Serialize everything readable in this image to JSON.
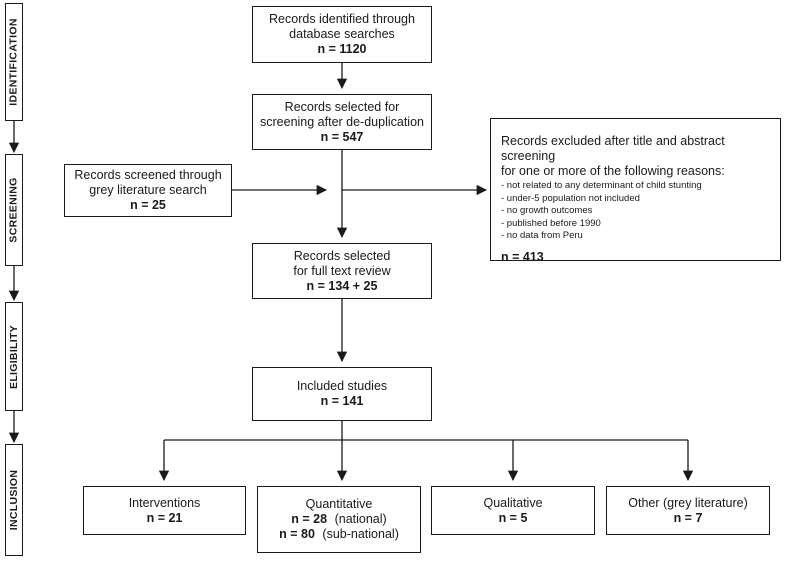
{
  "stages": [
    "IDENTIFICATION",
    "SCREENING",
    "ELIGIBILITY",
    "INCLUSION"
  ],
  "identified": {
    "line1": "Records identified through",
    "line2": "database searches",
    "count": "n = 1120"
  },
  "dedup": {
    "line1": "Records selected for",
    "line2": "screening after de-duplication",
    "count": "n = 547"
  },
  "grey": {
    "line1": "Records screened through",
    "line2": "grey literature search",
    "count": "n = 25"
  },
  "excluded": {
    "heading1": "Records excluded after title and abstract screening",
    "heading2": "for one or more of the following reasons:",
    "reasons": [
      "- not related to any determinant of child stunting",
      "- under-5 population not included",
      "- no growth outcomes",
      "- published before 1990",
      "- no data from Peru"
    ],
    "count": "n = 413"
  },
  "fulltext": {
    "line1": "Records selected",
    "line2": "for full text review",
    "count": "n = 134 + 25"
  },
  "included": {
    "line1": "Included studies",
    "count": "n = 141"
  },
  "categories": [
    {
      "label": "Interventions",
      "count": "n = 21"
    },
    {
      "label": "Quantitative",
      "count": "n = 28",
      "note": "(national)",
      "count2": "n = 80",
      "note2": "(sub-national)"
    },
    {
      "label": "Qualitative",
      "count": "n = 5"
    },
    {
      "label": "Other (grey literature)",
      "count": "n = 7"
    }
  ]
}
